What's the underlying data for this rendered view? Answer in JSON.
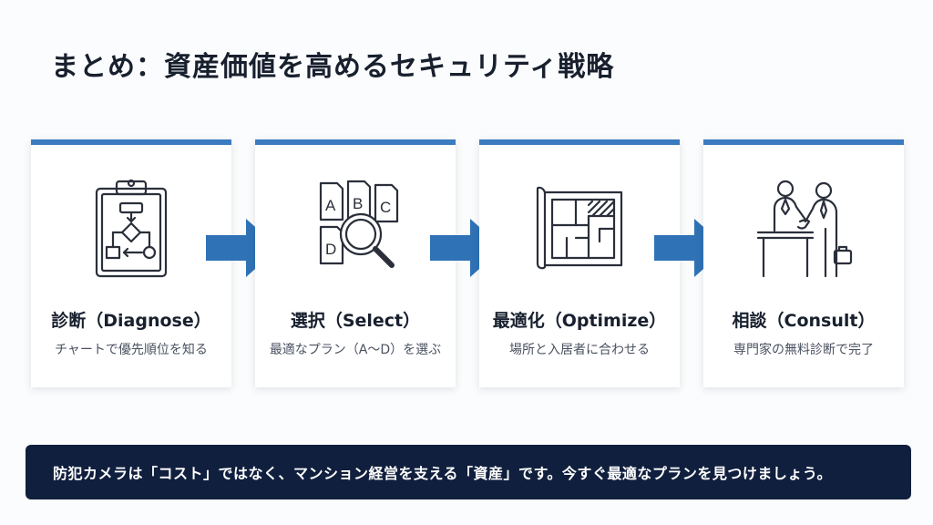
{
  "title": "まとめ：資産価値を高めるセキュリティ戦略",
  "accent_color": "#3b7bbf",
  "banner_color": "#101f3d",
  "steps": [
    {
      "title": "診断（Diagnose）",
      "desc": "チャートで優先順位を知る",
      "icon": "clipboard-flowchart-icon"
    },
    {
      "title": "選択（Select）",
      "desc": "最適なプラン（A〜D）を選ぶ",
      "icon": "documents-magnifier-icon",
      "doc_labels": [
        "A",
        "B",
        "C",
        "D"
      ]
    },
    {
      "title": "最適化（Optimize）",
      "desc": "場所と入居者に合わせる",
      "icon": "floor-plan-icon"
    },
    {
      "title": "相談（Consult）",
      "desc": "専門家の無料診断で完了",
      "icon": "handshake-icon"
    }
  ],
  "banner": {
    "text": "防犯カメラは「コスト」ではなく、マンション経営を支える「資産」です。今すぐ最適なプランを見つけましょう。"
  }
}
